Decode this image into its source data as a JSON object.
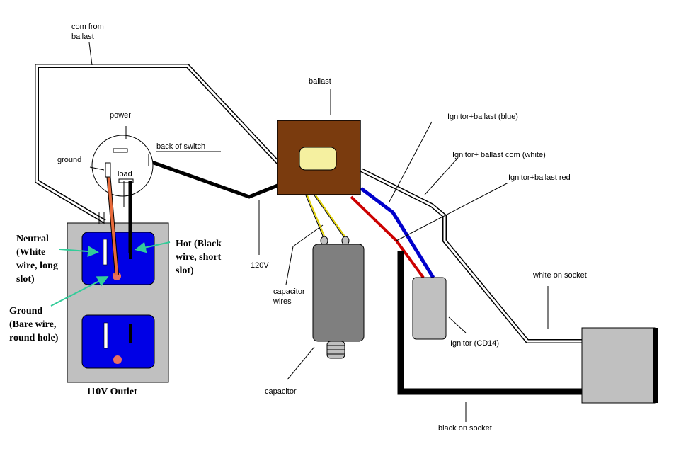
{
  "labels": {
    "com_from_ballast_1": "com from",
    "com_from_ballast_2": "ballast",
    "power": "power",
    "ground": "ground",
    "back_of_switch": "back of switch",
    "load": "load",
    "ballast": "ballast",
    "ignitor_ballast_blue": "Ignitor+ballast (blue)",
    "ignitor_ballast_com_white": "Ignitor+ ballast com (white)",
    "ignitor_ballast_red": "Ignitor+ballast red",
    "v120": "120V",
    "capacitor_wires_1": "capacitor",
    "capacitor_wires_2": "wires",
    "capacitor": "capacitor",
    "ignitor_cd14": "Ignitor (CD14)",
    "white_on_socket": "white on socket",
    "black_on_socket": "black on socket",
    "neutral_1": "Neutral",
    "neutral_2": "(White",
    "neutral_3": "wire, long",
    "neutral_4": "slot)",
    "hot_1": "Hot (Black",
    "hot_2": "wire, short",
    "hot_3": "slot)",
    "ground_out_1": "Ground",
    "ground_out_2": "(Bare wire,",
    "ground_out_3": "round hole)",
    "outlet_title": "110V Outlet"
  },
  "colors": {
    "ballast_box": "#7a3b0e",
    "ballast_window": "#f5f0a0",
    "outlet_plate": "#c0c0c0",
    "receptacle": "#0000e6",
    "wire_red": "#cc0000",
    "wire_blue": "#0000cc",
    "wire_black": "#000000",
    "wire_yellow": "#e0d000",
    "wire_orange": "#e86a3a",
    "arrow_green": "#33cc99",
    "capacitor_body": "#7f7f7f",
    "ignitor_body": "#c0c0c0",
    "socket_body": "#c0c0c0"
  }
}
